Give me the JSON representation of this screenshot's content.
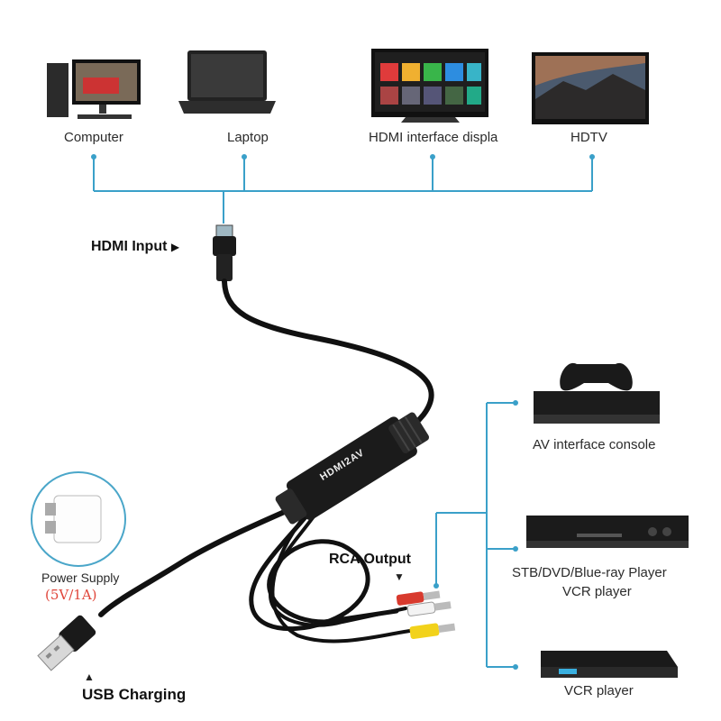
{
  "devices_top": [
    {
      "label": "Computer",
      "icon": "computer-icon"
    },
    {
      "label": "Laptop",
      "icon": "laptop-icon"
    },
    {
      "label": "HDMI interface displa",
      "icon": "smart-tv-icon"
    },
    {
      "label": "HDTV",
      "icon": "hdtv-icon"
    }
  ],
  "devices_right": [
    {
      "label": "AV interface console",
      "icon": "game-console-icon"
    },
    {
      "label": "STB/DVD/Blue-ray Player",
      "label2": "VCR player",
      "icon": "dvd-player-icon"
    },
    {
      "label": "VCR player",
      "icon": "vcr-player-icon"
    }
  ],
  "labels": {
    "hdmi_input": "HDMI Input",
    "rca_output": "RCA Output",
    "usb_charging": "USB Charging",
    "power_supply": "Power Supply",
    "power_spec": "(5V/1A)",
    "converter_brand": "HDMI2AV"
  },
  "colors": {
    "line_blue": "#3aa0c9",
    "rca_red": "#d83a2e",
    "rca_yellow": "#f2d21b",
    "rca_white": "#f3f3f3",
    "power_spec_red": "#e0453a"
  },
  "symbols": {
    "right_arrow": "▶",
    "down_arrow": "▼",
    "up_arrow": "▲"
  }
}
